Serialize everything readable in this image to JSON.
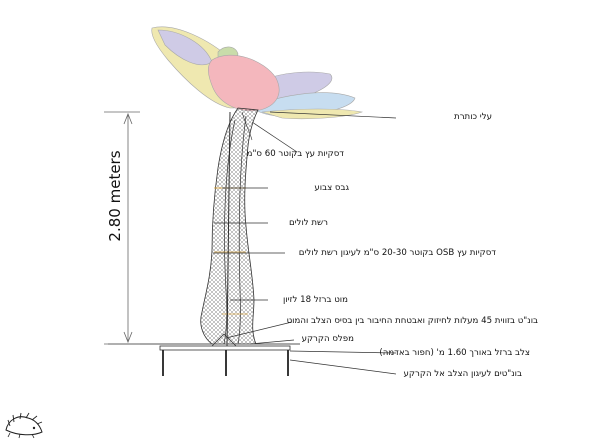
{
  "dimension": {
    "height_label": "2.80 meters"
  },
  "labels": {
    "petals": "עלי כותרת",
    "wood_discs_60": "דסקיות עץ בקוטר 60 ס\"מ",
    "painted_plaster": "גבס צבוע",
    "chicken_wire": "רשת לולים",
    "osb_discs": "דסקיות עץ OSB בקוטר 20-30 ס\"מ לעיגון רשת לולים",
    "steel_rod": "מוט ברזל 18 לזיון",
    "bolt_45": "בונ\"ט בזווית 45 מעלות לחיזוק ואבטחת החיבור בין בסיס הצלב והמוט",
    "floor_level": "מפלס הקרקע",
    "steel_cross": "צלב ברזל באורך 1.60 מ' (חפור באדמה)",
    "ground_bolts": "בונ\"טים לעיגון הצלב אל הקרקע"
  },
  "colors": {
    "petal_pink": "#f4b7bd",
    "petal_yellow": "#efe8b0",
    "petal_lavender": "#cfcbe6",
    "petal_blue": "#c7ddf0",
    "petal_green": "#c9dcaa",
    "plaster_accent": "#d9a84a",
    "line": "#333333"
  },
  "icons": {
    "logo": "hedgehog-logo-icon"
  }
}
